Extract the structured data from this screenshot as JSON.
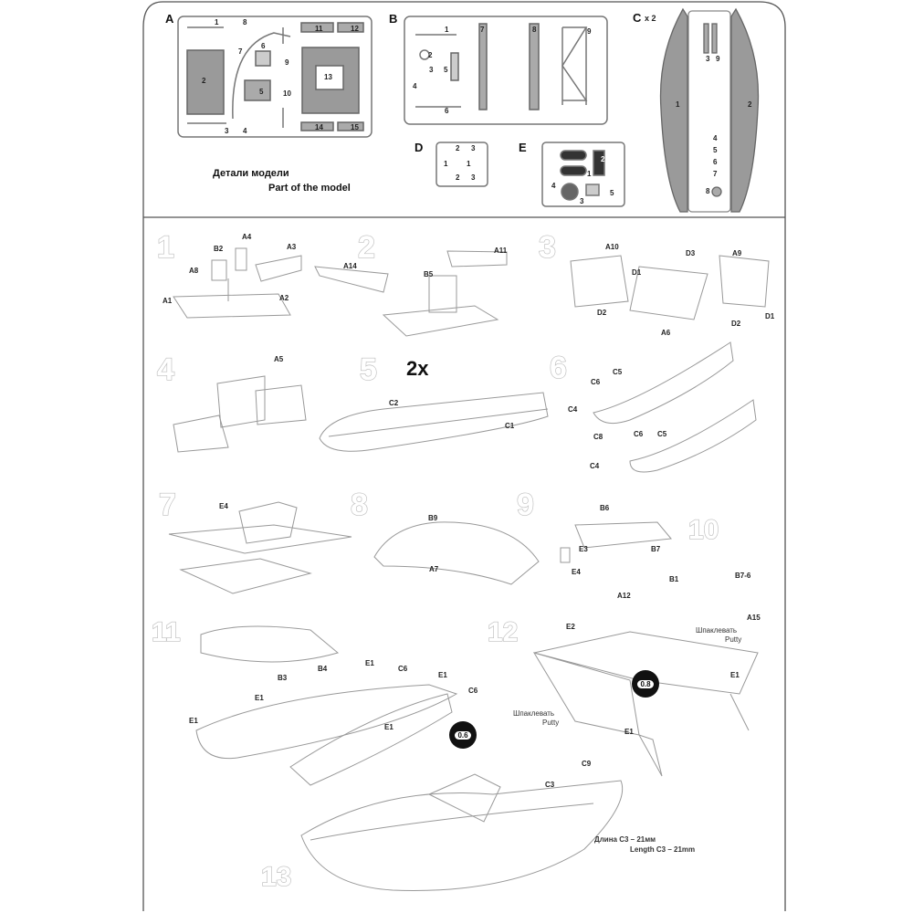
{
  "sprues": {
    "A": {
      "label": "A",
      "parts": [
        "1",
        "8",
        "11",
        "12",
        "2",
        "7",
        "6",
        "9",
        "13",
        "5",
        "10",
        "3",
        "4",
        "14",
        "15"
      ]
    },
    "B": {
      "label": "B",
      "parts": [
        "1",
        "7",
        "8",
        "9",
        "2",
        "3",
        "5",
        "4",
        "6"
      ]
    },
    "C": {
      "label": "C",
      "multiplier": "x 2",
      "parts": [
        "1",
        "2",
        "3",
        "9",
        "4",
        "5",
        "6",
        "7",
        "8"
      ]
    },
    "D": {
      "label": "D",
      "parts": [
        "2",
        "3",
        "1",
        "1",
        "2",
        "3"
      ]
    },
    "E": {
      "label": "E",
      "parts": [
        "2",
        "1",
        "3",
        "5",
        "4"
      ]
    }
  },
  "header": {
    "title_ru": "Детали модели",
    "title_en": "Part of the model"
  },
  "steps": [
    {
      "num": "1",
      "parts": [
        "B2",
        "A4",
        "A3",
        "A8",
        "A1",
        "A2"
      ]
    },
    {
      "num": "2",
      "parts": [
        "A11",
        "A14",
        "B5"
      ]
    },
    {
      "num": "3",
      "parts": [
        "A10",
        "D1",
        "D3",
        "A9",
        "D2",
        "A6",
        "D2",
        "D1"
      ]
    },
    {
      "num": "4",
      "parts": [
        "A5"
      ]
    },
    {
      "num": "5",
      "extra": "2x",
      "parts": [
        "C2",
        "C1"
      ]
    },
    {
      "num": "6",
      "parts": [
        "C6",
        "C5",
        "C4",
        "C8",
        "C6",
        "C5",
        "C4"
      ]
    },
    {
      "num": "7",
      "parts": [
        "E4"
      ]
    },
    {
      "num": "8",
      "parts": [
        "B9",
        "A7"
      ]
    },
    {
      "num": "9",
      "parts": [
        "B6",
        "E3",
        "B7",
        "E4"
      ]
    },
    {
      "num": "10",
      "parts": [
        "B1",
        "B7-6",
        "A12",
        "A15"
      ]
    },
    {
      "num": "11",
      "parts": [
        "E1",
        "C6",
        "B4",
        "B3",
        "E1",
        "C6",
        "E1",
        "E1",
        "E1"
      ]
    },
    {
      "num": "12",
      "parts": [
        "E2",
        "E1",
        "E1"
      ],
      "putty_ru": "Шпаклевать",
      "putty_en": "Putty",
      "putty2_ru": "Шпаклевать",
      "putty2_en": "Putty",
      "badge": "0.8"
    },
    {
      "num": "13",
      "parts": [
        "C9",
        "C3"
      ],
      "badge": "0.6",
      "length_ru": "Длина C3 – 21мм",
      "length_en": "Length C3 – 21mm"
    }
  ]
}
